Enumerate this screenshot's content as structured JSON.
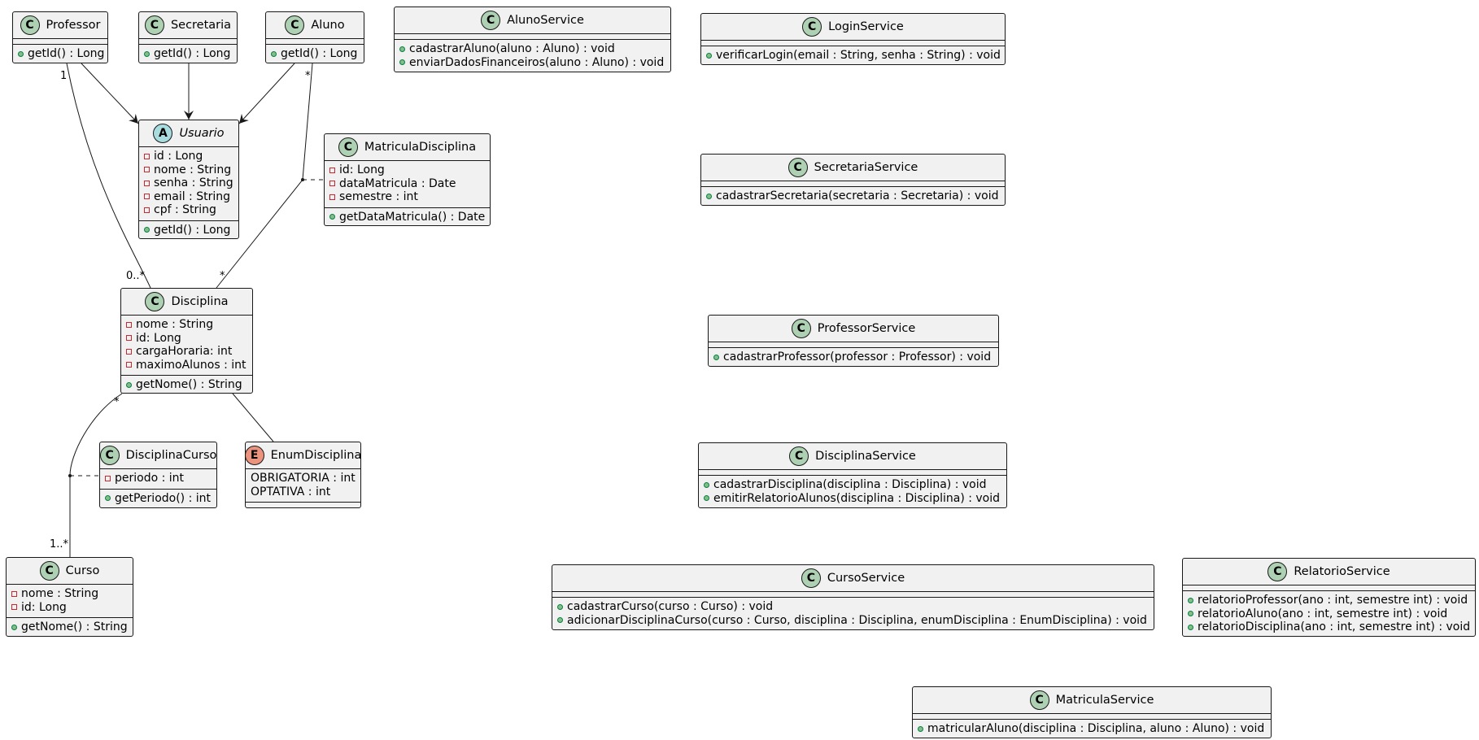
{
  "classes": {
    "professor": {
      "name": "Professor",
      "kind": "C",
      "methods": [
        "getId() : Long"
      ]
    },
    "secretaria": {
      "name": "Secretaria",
      "kind": "C",
      "methods": [
        "getId() : Long"
      ]
    },
    "aluno": {
      "name": "Aluno",
      "kind": "C",
      "methods": [
        "getId() : Long"
      ]
    },
    "usuario": {
      "name": "Usuario",
      "kind": "A",
      "fields": [
        "id : Long",
        "nome : String",
        "senha : String",
        "email : String",
        "cpf : String"
      ],
      "methods": [
        "getId() : Long"
      ]
    },
    "matriculaDisciplina": {
      "name": "MatriculaDisciplina",
      "kind": "C",
      "fields": [
        "id: Long",
        "dataMatricula : Date",
        "semestre : int"
      ],
      "methods": [
        "getDataMatricula() : Date"
      ]
    },
    "disciplina": {
      "name": "Disciplina",
      "kind": "C",
      "fields": [
        "nome : String",
        "id: Long",
        "cargaHoraria: int",
        "maximoAlunos : int"
      ],
      "methods": [
        "getNome() : String"
      ]
    },
    "disciplinaCurso": {
      "name": "DisciplinaCurso",
      "kind": "C",
      "fields": [
        "periodo : int"
      ],
      "methods": [
        "getPeriodo() : int"
      ]
    },
    "enumDisciplina": {
      "name": "EnumDisciplina",
      "kind": "E",
      "values": [
        "OBRIGATORIA : int",
        "OPTATIVA : int"
      ]
    },
    "curso": {
      "name": "Curso",
      "kind": "C",
      "fields": [
        "nome : String",
        "id: Long"
      ],
      "methods": [
        "getNome() : String"
      ]
    },
    "alunoService": {
      "name": "AlunoService",
      "kind": "C",
      "methods": [
        "cadastrarAluno(aluno : Aluno) : void",
        "enviarDadosFinanceiros(aluno : Aluno) : void"
      ]
    },
    "loginService": {
      "name": "LoginService",
      "kind": "C",
      "methods": [
        "verificarLogin(email : String, senha : String) : void"
      ]
    },
    "secretariaService": {
      "name": "SecretariaService",
      "kind": "C",
      "methods": [
        "cadastrarSecretaria(secretaria : Secretaria) : void"
      ]
    },
    "professorService": {
      "name": "ProfessorService",
      "kind": "C",
      "methods": [
        "cadastrarProfessor(professor : Professor) : void"
      ]
    },
    "disciplinaService": {
      "name": "DisciplinaService",
      "kind": "C",
      "methods": [
        "cadastrarDisciplina(disciplina : Disciplina) : void",
        "emitirRelatorioAlunos(disciplina : Disciplina) : void"
      ]
    },
    "cursoService": {
      "name": "CursoService",
      "kind": "C",
      "methods": [
        "cadastrarCurso(curso : Curso) : void",
        "adicionarDisciplinaCurso(curso : Curso, disciplina : Disciplina, enumDisciplina : EnumDisciplina) : void"
      ]
    },
    "relatorioService": {
      "name": "RelatorioService",
      "kind": "C",
      "methods": [
        "relatorioProfessor(ano : int, semestre int) : void",
        "relatorioAluno(ano : int, semestre int) : void",
        "relatorioDisciplina(ano : int, semestre int) : void"
      ]
    },
    "matriculaService": {
      "name": "MatriculaService",
      "kind": "C",
      "methods": [
        "matricularAluno(disciplina : Disciplina, aluno : Aluno) : void"
      ]
    }
  },
  "multiplicities": {
    "professor_end": "1",
    "professor_disciplina_end": "0..*",
    "aluno_end": "*",
    "aluno_disciplina_end": "*",
    "disciplina_curso_end": "*",
    "curso_end": "1..*"
  },
  "colors": {
    "class_fill": "#f1f1f1",
    "border": "#181818",
    "class_badge": "#add1b2",
    "abstract_badge": "#a9dcdf",
    "enum_badge": "#eb937f"
  }
}
